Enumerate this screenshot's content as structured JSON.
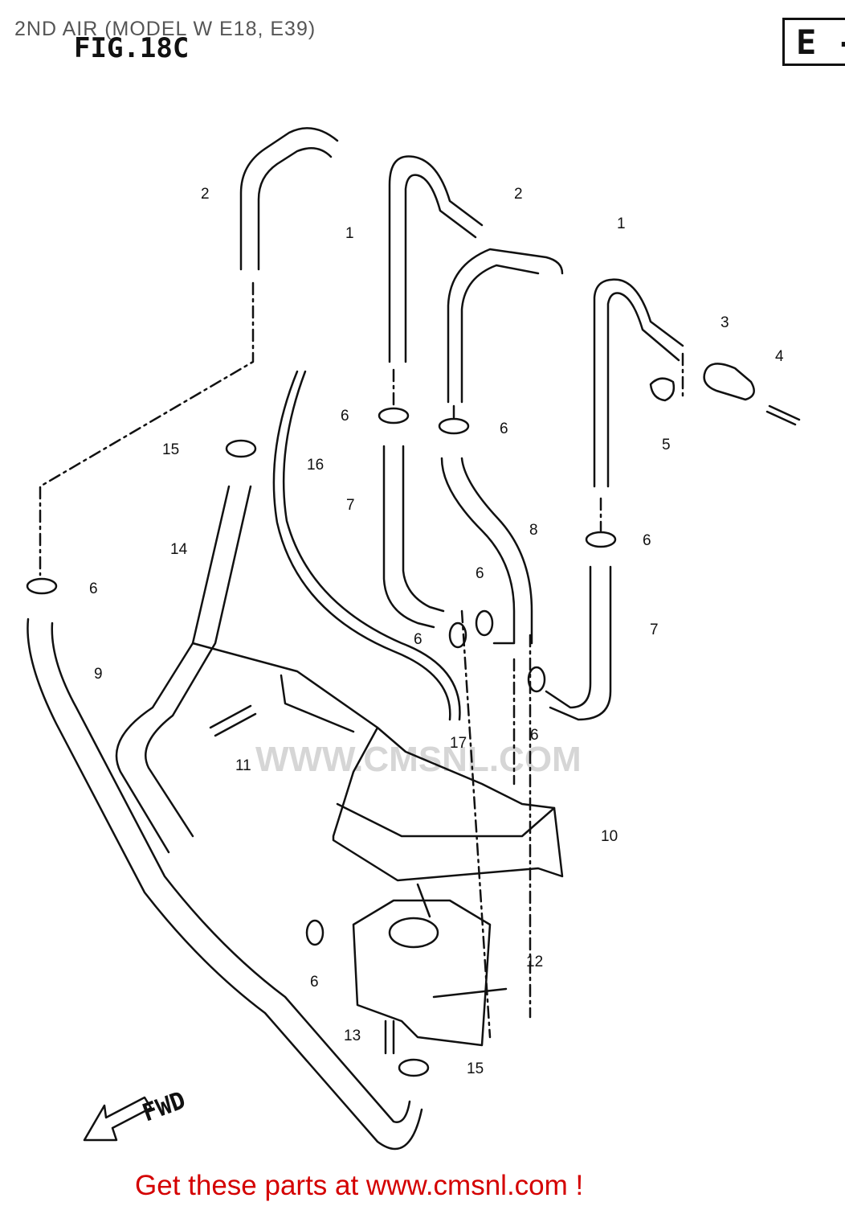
{
  "header": {
    "title": "2ND AIR (MODEL W E18, E39)",
    "fig_label": "FIG.18C",
    "section_mark": "E -"
  },
  "diagram": {
    "labels": [
      "1",
      "1",
      "2",
      "2",
      "3",
      "4",
      "5",
      "6",
      "6",
      "6",
      "6",
      "6",
      "6",
      "6",
      "6",
      "7",
      "7",
      "8",
      "9",
      "10",
      "11",
      "12",
      "13",
      "14",
      "15",
      "15",
      "16",
      "17"
    ],
    "direction_label": "FWD"
  },
  "watermark": {
    "text": "WWW.CMSNL.COM"
  },
  "footer": {
    "text": "Get these parts at www.cmsnl.com !"
  }
}
